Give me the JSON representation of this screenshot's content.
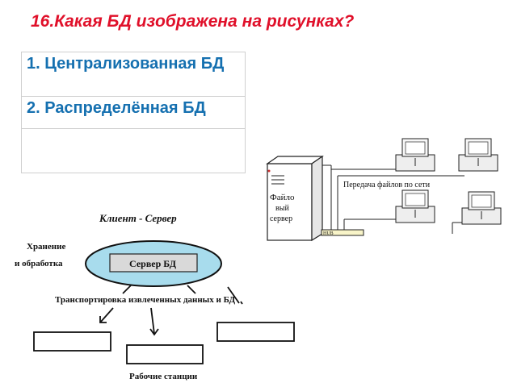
{
  "title": "16.Какая БД изображена на рисунках?",
  "answers": [
    {
      "label": "1. Централизованная БД"
    },
    {
      "label": "2. Распределённая БД"
    }
  ],
  "left_diagram": {
    "heading": "Клиент - Сервер",
    "storage_label_line1": "Хранение",
    "storage_label_line2": "и обработка",
    "server_label": "Сервер БД",
    "transport_label": "Транспортировка извлеченных данных и БД",
    "workstations_label": "Рабочие станции"
  },
  "right_diagram": {
    "file_server_line1": "Файло",
    "file_server_line2": "вый",
    "file_server_line3": "сервер",
    "network_label": "Передача файлов по сети",
    "hub_label": "HUB"
  }
}
